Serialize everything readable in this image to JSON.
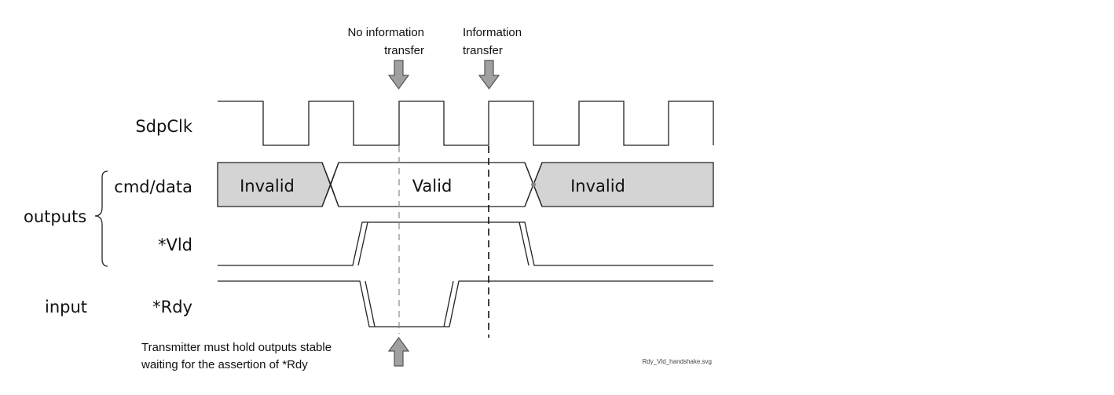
{
  "signals": {
    "clock": "SdpClk",
    "cmd_data": "cmd/data",
    "vld": "*Vld",
    "rdy": "*Rdy"
  },
  "groups": {
    "outputs": "outputs",
    "input": "input"
  },
  "cmd_data_states": {
    "invalid_left": "Invalid",
    "valid": "Valid",
    "invalid_right": "Invalid"
  },
  "annotations": {
    "no_info_line1": "No information",
    "no_info_line2": "transfer",
    "info_line1": "Information",
    "info_line2": "transfer",
    "hold_line1": "Transmitter must hold outputs stable",
    "hold_line2": "waiting for the assertion of *Rdy",
    "filename": "Rdy_Vld_handshake.svg"
  },
  "colors": {
    "invalid_fill": "#d4d4d4",
    "valid_fill": "#ffffff",
    "line": "#222222",
    "arrow_fill": "#a0a0a0"
  }
}
